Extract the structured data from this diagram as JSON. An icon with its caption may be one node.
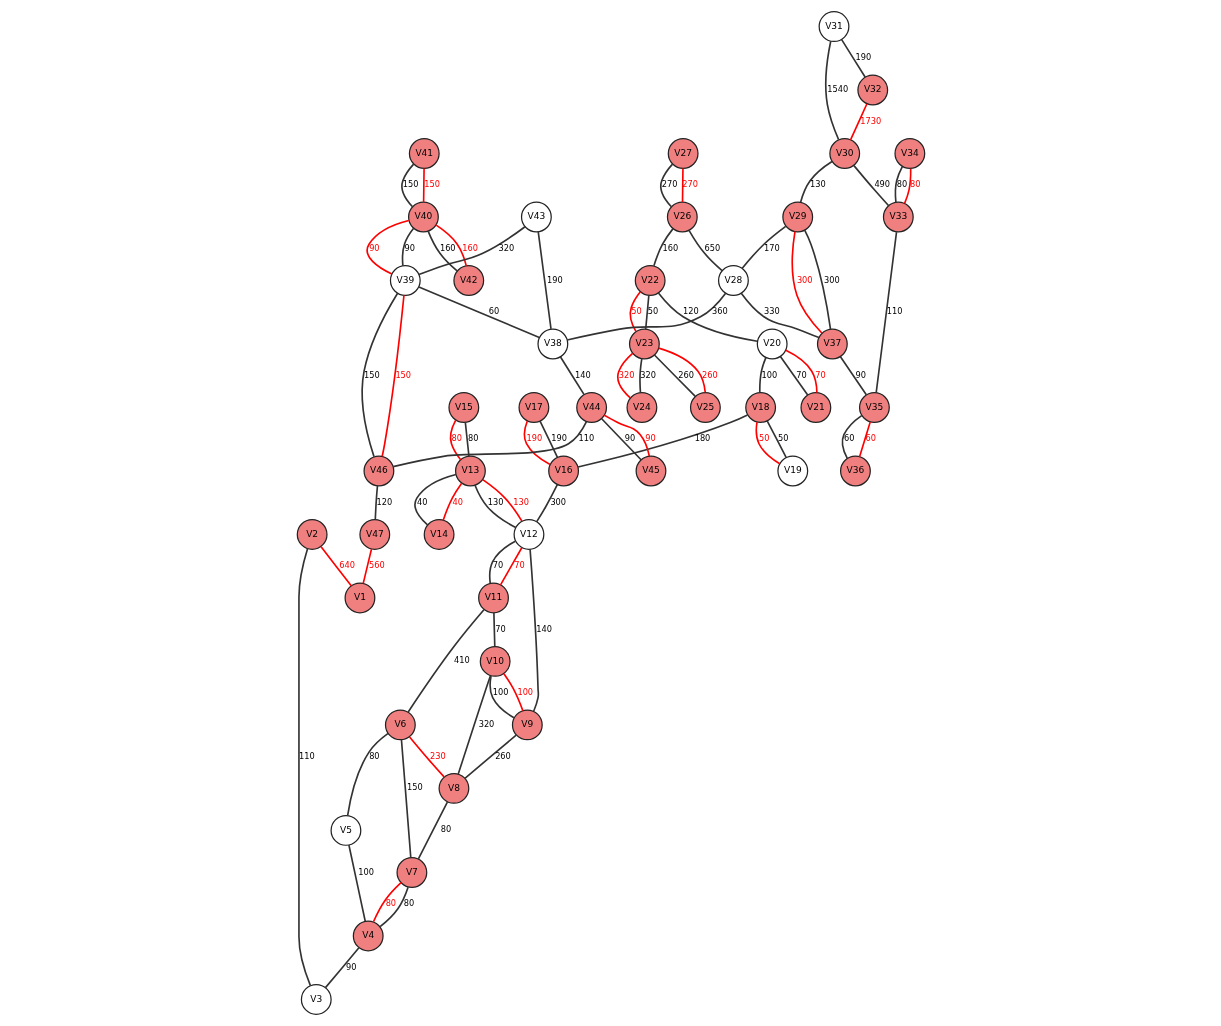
{
  "diagram": {
    "nodes": [
      {
        "text": [
          "V1"
        ]
      },
      {
        "text": [
          "V2"
        ]
      },
      {
        "text": [
          "V3"
        ]
      },
      {
        "text": [
          "V4"
        ]
      },
      {
        "text": [
          "V5"
        ]
      },
      {
        "text": [
          "V6"
        ]
      },
      {
        "text": [
          "V7"
        ]
      },
      {
        "text": [
          "V8"
        ]
      },
      {
        "text": [
          "V9"
        ]
      },
      {
        "text": [
          "V10"
        ]
      },
      {
        "text": [
          "V11"
        ]
      },
      {
        "text": [
          "V12"
        ]
      },
      {
        "text": [
          "V13"
        ]
      },
      {
        "text": [
          "V14"
        ]
      },
      {
        "text": [
          "V15"
        ]
      },
      {
        "text": [
          "V16"
        ]
      },
      {
        "text": [
          "V17"
        ]
      },
      {
        "text": [
          "V18"
        ]
      },
      {
        "text": [
          "V19"
        ]
      },
      {
        "text": [
          "V20"
        ]
      },
      {
        "text": [
          "V21"
        ]
      },
      {
        "text": [
          "V22"
        ]
      },
      {
        "text": [
          "V23"
        ]
      },
      {
        "text": [
          "V24"
        ]
      },
      {
        "text": [
          "V25"
        ]
      },
      {
        "text": [
          "V26"
        ]
      },
      {
        "text": [
          "V27"
        ]
      },
      {
        "text": [
          "V28"
        ]
      },
      {
        "text": [
          "V29"
        ]
      },
      {
        "text": [
          "V30"
        ]
      },
      {
        "text": [
          "V31"
        ]
      },
      {
        "text": [
          "V32"
        ]
      },
      {
        "text": [
          "V33"
        ]
      },
      {
        "text": [
          "V34"
        ]
      },
      {
        "text": [
          "V35"
        ]
      },
      {
        "text": [
          "V36"
        ]
      },
      {
        "text": [
          "V37"
        ]
      },
      {
        "text": [
          "V38"
        ]
      },
      {
        "text": [
          "V39"
        ]
      },
      {
        "text": [
          "V40"
        ]
      },
      {
        "text": [
          "V41"
        ]
      },
      {
        "text": [
          "V42"
        ]
      },
      {
        "text": [
          "V43"
        ]
      },
      {
        "text": [
          "V44"
        ]
      },
      {
        "text": [
          "V45"
        ]
      },
      {
        "text": [
          "V46"
        ]
      },
      {
        "text": [
          "V47"
        ]
      }
    ],
    "edges": [
      {
        "from": 26,
        "to": 25,
        "arrow": "none",
        "label": "270"
      },
      {
        "from": 26,
        "to": 25,
        "arrow": "none",
        "label": "270",
        "color": "#ff0000"
      },
      {
        "from": 25,
        "to": 21,
        "arrow": "none",
        "label": "160"
      },
      {
        "from": 21,
        "to": 19,
        "arrow": "none",
        "label": "120"
      },
      {
        "from": 19,
        "to": 17,
        "arrow": "none",
        "label": "100"
      },
      {
        "from": 17,
        "to": 15,
        "arrow": "none",
        "label": "180"
      },
      {
        "from": 16,
        "to": 15,
        "arrow": "none",
        "label": "190"
      },
      {
        "from": 16,
        "to": 15,
        "arrow": "none",
        "label": "190",
        "color": "#ff0000"
      },
      {
        "from": 15,
        "to": 11,
        "arrow": "none",
        "label": "300"
      },
      {
        "from": 21,
        "to": 22,
        "arrow": "none",
        "label": "50"
      },
      {
        "from": 21,
        "to": 22,
        "arrow": "none",
        "label": "50",
        "color": "#ff0000"
      },
      {
        "from": 19,
        "to": 20,
        "arrow": "none",
        "label": "70"
      },
      {
        "from": 19,
        "to": 20,
        "arrow": "none",
        "label": "70",
        "color": "#ff0000"
      },
      {
        "from": 17,
        "to": 18,
        "arrow": "none",
        "label": "50"
      },
      {
        "from": 17,
        "to": 18,
        "arrow": "none",
        "label": "50",
        "color": "#ff0000"
      },
      {
        "from": 22,
        "to": 23,
        "arrow": "none",
        "label": "320"
      },
      {
        "from": 22,
        "to": 23,
        "arrow": "none",
        "label": "320",
        "color": "#ff0000"
      },
      {
        "from": 22,
        "to": 24,
        "arrow": "none",
        "label": "260"
      },
      {
        "from": 22,
        "to": 24,
        "arrow": "none",
        "label": "260",
        "color": "#ff0000"
      },
      {
        "from": 14,
        "to": 12,
        "arrow": "none",
        "label": "80"
      },
      {
        "from": 14,
        "to": 12,
        "arrow": "none",
        "label": "80",
        "color": "#ff0000"
      },
      {
        "from": 12,
        "to": 13,
        "arrow": "none",
        "label": "40"
      },
      {
        "from": 12,
        "to": 13,
        "arrow": "none",
        "label": "40",
        "color": "#ff0000"
      },
      {
        "from": 12,
        "to": 11,
        "arrow": "none",
        "label": "130"
      },
      {
        "from": 12,
        "to": 11,
        "arrow": "none",
        "label": "130",
        "color": "#ff0000"
      },
      {
        "from": 11,
        "to": 10,
        "arrow": "none",
        "label": "70"
      },
      {
        "from": 11,
        "to": 10,
        "arrow": "none",
        "label": "70",
        "color": "#ff0000"
      },
      {
        "from": 11,
        "to": 8,
        "arrow": "none",
        "label": "140"
      },
      {
        "from": 10,
        "to": 9,
        "arrow": "none",
        "label": "70"
      },
      {
        "from": 9,
        "to": 8,
        "arrow": "none",
        "label": "100",
        "color": "#ff0000"
      },
      {
        "from": 9,
        "to": 8,
        "arrow": "none",
        "label": "100"
      },
      {
        "from": 10,
        "to": 5,
        "arrow": "none",
        "label": "410"
      },
      {
        "from": 9,
        "to": 7,
        "arrow": "none",
        "label": "320"
      },
      {
        "from": 8,
        "to": 7,
        "arrow": "none",
        "label": "260"
      },
      {
        "from": 5,
        "to": 7,
        "arrow": "none",
        "label": "230",
        "color": "#ff0000"
      },
      {
        "from": 7,
        "to": 6,
        "arrow": "none",
        "label": "80"
      },
      {
        "from": 5,
        "to": 6,
        "arrow": "none",
        "label": "150"
      },
      {
        "from": 5,
        "to": 4,
        "arrow": "none",
        "label": "80"
      },
      {
        "from": 6,
        "to": 3,
        "arrow": "none",
        "label": "80",
        "color": "#ff0000"
      },
      {
        "from": 6,
        "to": 3,
        "arrow": "none",
        "label": "80"
      },
      {
        "from": 4,
        "to": 3,
        "arrow": "none",
        "label": "100"
      },
      {
        "from": 3,
        "to": 2,
        "arrow": "none",
        "label": "90"
      },
      {
        "from": 1,
        "to": 2,
        "arrow": "none",
        "label": "110"
      },
      {
        "from": 1,
        "to": 0,
        "arrow": "none",
        "label": "640",
        "color": "#ff0000"
      },
      {
        "from": 46,
        "to": 0,
        "arrow": "none",
        "label": "560",
        "color": "#ff0000"
      },
      {
        "from": 25,
        "to": 27,
        "arrow": "none",
        "label": "650"
      },
      {
        "from": 30,
        "to": 29,
        "arrow": "none",
        "label": "1540"
      },
      {
        "from": 30,
        "to": 31,
        "arrow": "none",
        "label": "190"
      },
      {
        "from": 31,
        "to": 29,
        "arrow": "none",
        "label": "1730",
        "color": "#ff0000"
      },
      {
        "from": 29,
        "to": 28,
        "arrow": "none",
        "label": "130"
      },
      {
        "from": 29,
        "to": 32,
        "arrow": "none",
        "label": "490"
      },
      {
        "from": 28,
        "to": 27,
        "arrow": "none",
        "label": "170"
      },
      {
        "from": 28,
        "to": 36,
        "arrow": "none",
        "label": "300"
      },
      {
        "from": 28,
        "to": 36,
        "arrow": "none",
        "label": "300",
        "color": "#ff0000"
      },
      {
        "from": 27,
        "to": 36,
        "arrow": "none",
        "label": "330"
      },
      {
        "from": 27,
        "to": 37,
        "arrow": "none",
        "label": "360"
      },
      {
        "from": 33,
        "to": 32,
        "arrow": "none",
        "label": "80"
      },
      {
        "from": 33,
        "to": 32,
        "arrow": "none",
        "label": "80",
        "color": "#ff0000"
      },
      {
        "from": 32,
        "to": 34,
        "arrow": "none",
        "label": "110"
      },
      {
        "from": 36,
        "to": 34,
        "arrow": "none",
        "label": "90"
      },
      {
        "from": 34,
        "to": 35,
        "arrow": "none",
        "label": "60"
      },
      {
        "from": 34,
        "to": 35,
        "arrow": "none",
        "label": "60",
        "color": "#ff0000"
      },
      {
        "from": 40,
        "to": 39,
        "arrow": "none",
        "label": "150"
      },
      {
        "from": 40,
        "to": 39,
        "arrow": "none",
        "label": "150",
        "color": "#ff0000"
      },
      {
        "from": 39,
        "to": 38,
        "arrow": "none",
        "label": "90",
        "color": "#ff0000"
      },
      {
        "from": 39,
        "to": 38,
        "arrow": "none",
        "label": "90"
      },
      {
        "from": 39,
        "to": 41,
        "arrow": "none",
        "label": "160"
      },
      {
        "from": 39,
        "to": 41,
        "arrow": "none",
        "label": "160",
        "color": "#ff0000"
      },
      {
        "from": 42,
        "to": 38,
        "arrow": "none",
        "label": "320"
      },
      {
        "from": 42,
        "to": 37,
        "arrow": "none",
        "label": "190"
      },
      {
        "from": 38,
        "to": 37,
        "arrow": "none",
        "label": "60"
      },
      {
        "from": 38,
        "to": 45,
        "arrow": "none",
        "label": "150"
      },
      {
        "from": 38,
        "to": 45,
        "arrow": "none",
        "label": "150",
        "color": "#ff0000"
      },
      {
        "from": 45,
        "to": 46,
        "arrow": "none",
        "label": "120"
      },
      {
        "from": 37,
        "to": 43,
        "arrow": "none",
        "label": "140"
      },
      {
        "from": 43,
        "to": 45,
        "arrow": "none",
        "label": "110"
      },
      {
        "from": 43,
        "to": 44,
        "arrow": "none",
        "label": "90"
      },
      {
        "from": 43,
        "to": 44,
        "arrow": "none",
        "label": "90",
        "color": "#ff0000"
      }
    ]
  }
}
